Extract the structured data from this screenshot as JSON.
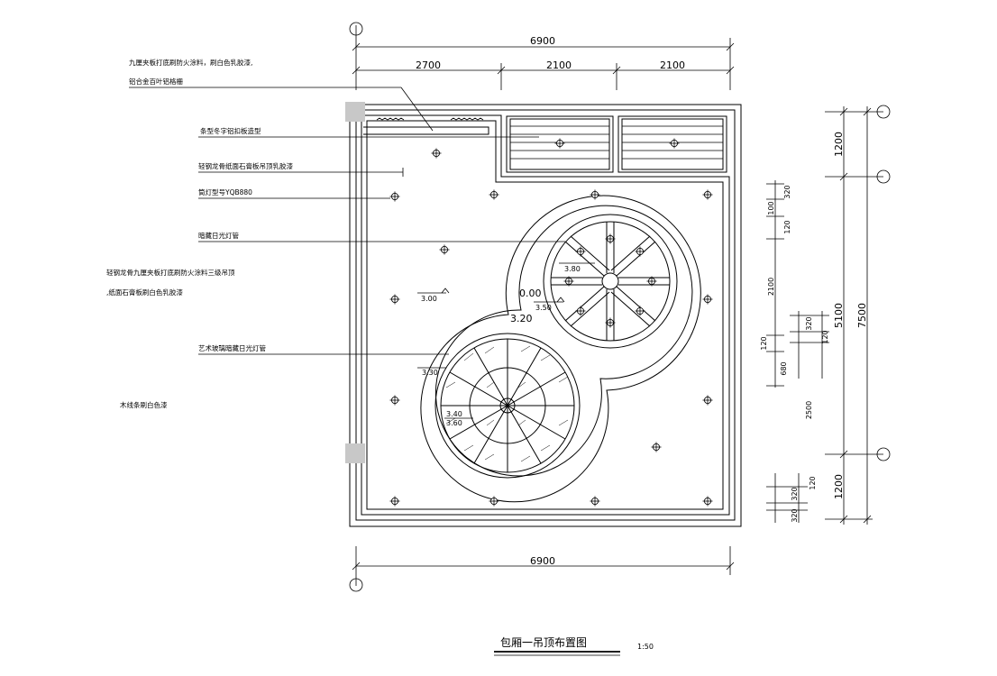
{
  "title": "包厢一吊顶布置图",
  "scale": "1:50",
  "dimensions": {
    "top_total": "6900",
    "top_parts": [
      "2700",
      "2100",
      "2100"
    ],
    "bottom_total": "6900",
    "right_outer": [
      "1200",
      "5100",
      "1200"
    ],
    "right_total": "7500",
    "right_inner": [
      "320",
      "100",
      "120",
      "2100",
      "320",
      "120",
      "120",
      "680",
      "2500",
      "320",
      "120",
      "320"
    ]
  },
  "annotations": [
    {
      "text": "九厘夹板打底刷防火涂料，刷白色乳胶漆,"
    },
    {
      "text": "铝合金百叶铝格栅"
    },
    {
      "text": "条型冬字铝扣板造型"
    },
    {
      "text": "轻钢龙骨纸面石膏板吊顶乳胶漆"
    },
    {
      "text": "筒灯型号YQB880"
    },
    {
      "text": "暗藏日光灯管"
    },
    {
      "text": "轻钢龙骨九厘夹板打底刷防火涂料三级吊顶"
    },
    {
      "text": ",纸面石膏板刷白色乳胶漆"
    },
    {
      "text": "艺术玻璃暗藏日光灯管"
    },
    {
      "text": "木线条刷白色漆"
    }
  ],
  "levels": [
    "3.00",
    "0.00",
    "3.50",
    "3.20",
    "3.80",
    "3.30",
    "3.40",
    "3.60"
  ]
}
